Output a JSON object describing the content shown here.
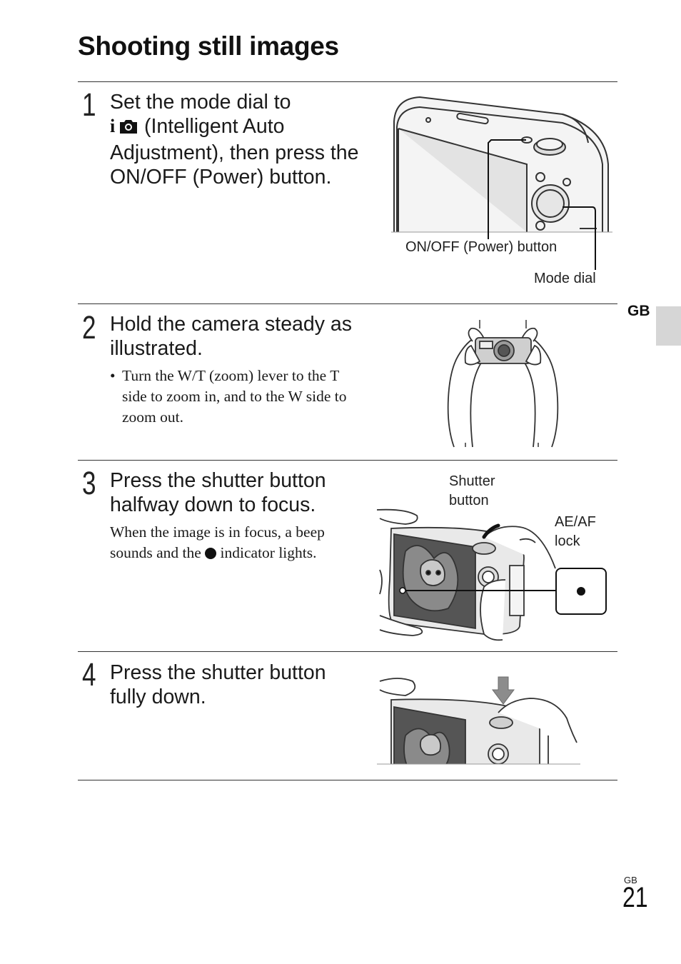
{
  "title": "Shooting still images",
  "steps": [
    {
      "number": "1",
      "text_line1": "Set the mode dial to",
      "text_line2": "(Intelligent Auto",
      "text_line3": "Adjustment), then press the",
      "text_line4": "ON/OFF (Power) button.",
      "icon": "intelligent-auto-icon",
      "callouts": {
        "power": "ON/OFF (Power) button",
        "mode_dial": "Mode dial"
      }
    },
    {
      "number": "2",
      "text_line1": "Hold the camera steady as",
      "text_line2": "illustrated.",
      "bullet_line1": "Turn the W/T (zoom) lever to the T",
      "bullet_line2": "side to zoom in, and to the W side to",
      "bullet_line3": "zoom out.",
      "bullet_char": "•"
    },
    {
      "number": "3",
      "text_line1": "Press the shutter button",
      "text_line2": "halfway down to focus.",
      "note_line1": "When the image is in focus, a beep",
      "note_line2a": "sounds and the",
      "note_line2b": "indicator lights.",
      "callouts": {
        "shutter_1": "Shutter",
        "shutter_2": "button",
        "aeaf_1": "AE/AF",
        "aeaf_2": "lock"
      }
    },
    {
      "number": "4",
      "text_line1": "Press the shutter button",
      "text_line2": "fully down."
    }
  ],
  "side_tab": "GB",
  "footer": {
    "lang": "GB",
    "page": "21"
  }
}
